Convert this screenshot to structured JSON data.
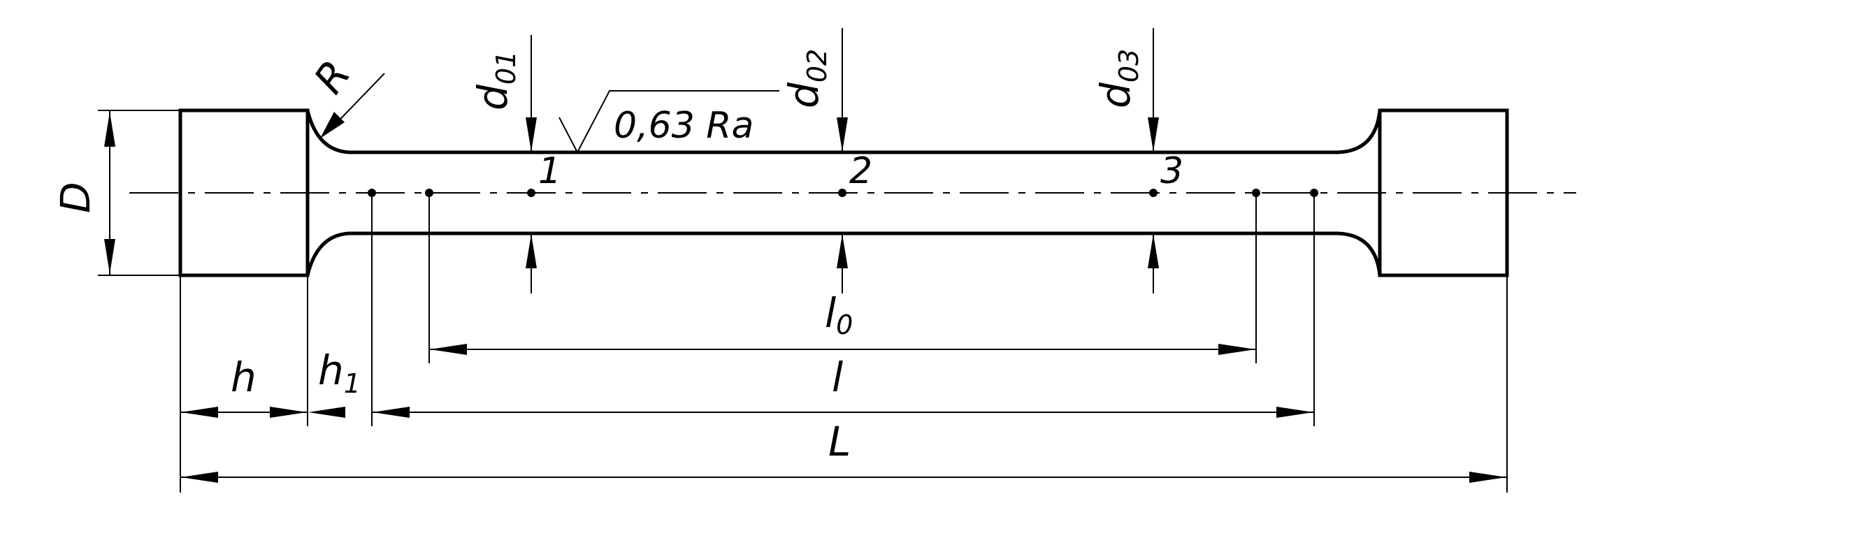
{
  "labels": {
    "D": "D",
    "R": "R",
    "d01": {
      "base": "d",
      "sub": "01"
    },
    "d02": {
      "base": "d",
      "sub": "02"
    },
    "d03": {
      "base": "d",
      "sub": "03"
    },
    "roughness": "0,63 Ra",
    "section1": "1",
    "section2": "2",
    "section3": "3",
    "l0": {
      "base": "l",
      "sub": "0"
    },
    "l": "l",
    "h": "h",
    "h1": {
      "base": "h",
      "sub": "1"
    },
    "L": "L"
  }
}
